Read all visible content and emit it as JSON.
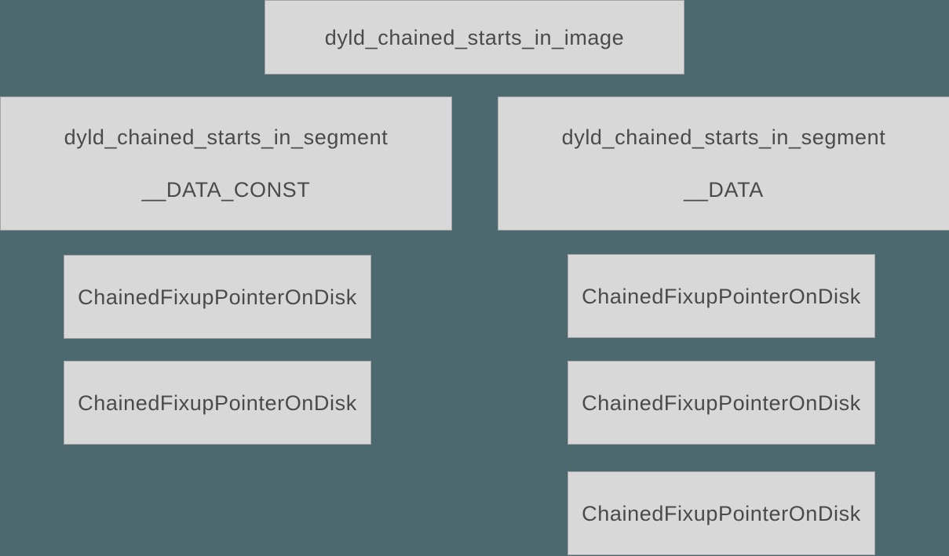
{
  "diagram": {
    "colors": {
      "background": "#4c6970",
      "box_fill": "#d8d8d8",
      "box_border": "#a5a2a6",
      "text": "#4a4a4a"
    },
    "root": {
      "label": "dyld_chained_starts_in_image"
    },
    "segments": [
      {
        "label": "dyld_chained_starts_in_segment",
        "sublabel": "__DATA_CONST",
        "pointers": [
          "ChainedFixupPointerOnDisk",
          "ChainedFixupPointerOnDisk"
        ]
      },
      {
        "label": "dyld_chained_starts_in_segment",
        "sublabel": "__DATA",
        "pointers": [
          "ChainedFixupPointerOnDisk",
          "ChainedFixupPointerOnDisk",
          "ChainedFixupPointerOnDisk"
        ]
      }
    ]
  }
}
